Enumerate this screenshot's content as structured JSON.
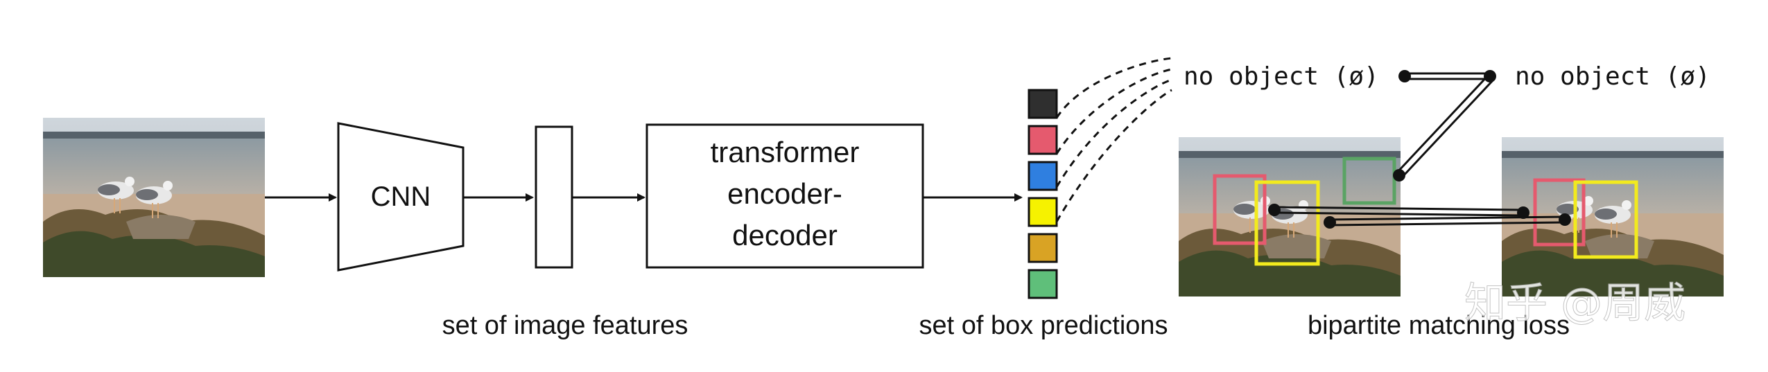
{
  "blocks": {
    "cnn": "CNN",
    "transformer_line1": "transformer",
    "transformer_line2": "encoder-",
    "transformer_line3": "decoder"
  },
  "captions": {
    "image_features": "set of image features",
    "box_predictions": "set of box predictions",
    "matching_loss": "bipartite matching loss"
  },
  "no_object_left": "no object (ø)",
  "no_object_right": "no object (ø)",
  "watermark": "知乎 @周威",
  "prediction_colors": [
    "#2f2f2f",
    "#e55a6e",
    "#2f7fe0",
    "#f6f200",
    "#d9a324",
    "#5fbf7a"
  ],
  "box_colors": {
    "pink": "#e55a6e",
    "yellow": "#f2ea1e",
    "green": "#5aa364"
  }
}
